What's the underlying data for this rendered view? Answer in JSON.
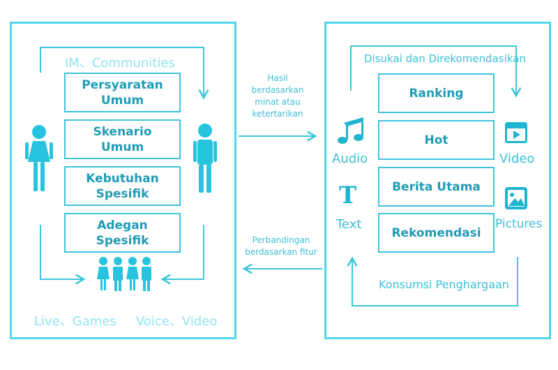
{
  "colors": {
    "panel_border": "#4fd6ea",
    "box_border": "#3fc3dc",
    "arrow": "#3dc6dc",
    "text_box": "#1f9cb6",
    "text_light": "#8fe6f3",
    "text_mid": "#3dbfd8",
    "icon": "#1fb4d0",
    "figure": "#26c4de"
  },
  "left_panel": {
    "top_label": "IM、Communities",
    "boxes": [
      "Persyaratan\nUmum",
      "Skenario\nUmum",
      "Kebutuhan\nSpesifik",
      "Adegan\nSpesifik"
    ],
    "bottom_left_label": "Live、Games",
    "bottom_right_label": "Voice、Video"
  },
  "right_panel": {
    "top_label": "Disukai dan Direkomendasikan",
    "boxes": [
      "Ranking",
      "Hot",
      "Berita Utama",
      "Rekomendasi"
    ],
    "bottom_label": "Konsumsi Penghargaan",
    "media": {
      "audio": "Audio",
      "video": "Video",
      "text": "Text",
      "text_glyph": "T",
      "pictures": "Pictures"
    }
  },
  "connectors": {
    "right_arrow_label": "Hasil\nberdasarkan\nminat atau\nketertarikan",
    "left_arrow_label": "Perbandingan\nberdasarkan fitur"
  },
  "icons": [
    "female-person-icon",
    "male-person-icon",
    "group-people-icon",
    "music-note-icon",
    "video-player-icon",
    "text-t-icon",
    "picture-icon"
  ]
}
